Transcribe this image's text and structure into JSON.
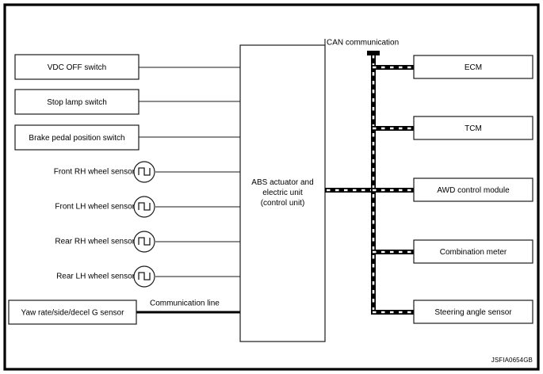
{
  "figure": {
    "code": "JSFIA0654GB",
    "frame_color": "#000000",
    "background": "#ffffff"
  },
  "central_unit": {
    "name": "abs-actuator-unit",
    "label_line1": "ABS actuator and",
    "label_line2": "electric unit",
    "label_line3": "(control unit)"
  },
  "annotations": {
    "can_communication": "CAN communication",
    "communication_line": "Communication line"
  },
  "left_inputs": {
    "switches": [
      {
        "label": "VDC OFF switch",
        "name": "vdc-off-switch"
      },
      {
        "label": "Stop lamp switch",
        "name": "stop-lamp-switch"
      },
      {
        "label": "Brake pedal position switch",
        "name": "brake-pedal-position-switch"
      }
    ],
    "wheel_sensors": [
      {
        "label": "Front RH wheel sensor",
        "name": "front-rh-wheel-sensor",
        "icon": "square-wave-icon"
      },
      {
        "label": "Front LH wheel sensor",
        "name": "front-lh-wheel-sensor",
        "icon": "square-wave-icon"
      },
      {
        "label": "Rear RH wheel sensor",
        "name": "rear-rh-wheel-sensor",
        "icon": "square-wave-icon"
      },
      {
        "label": "Rear LH wheel sensor",
        "name": "rear-lh-wheel-sensor",
        "icon": "square-wave-icon"
      }
    ],
    "g_sensor": {
      "label": "Yaw rate/side/decel G sensor",
      "name": "yaw-rate-side-decel-g-sensor"
    }
  },
  "can_nodes": [
    {
      "label": "ECM",
      "name": "ecm-module"
    },
    {
      "label": "TCM",
      "name": "tcm-module"
    },
    {
      "label": "AWD control module",
      "name": "awd-control-module"
    },
    {
      "label": "Combination meter",
      "name": "combination-meter"
    },
    {
      "label": "Steering angle sensor",
      "name": "steering-angle-sensor"
    }
  ]
}
